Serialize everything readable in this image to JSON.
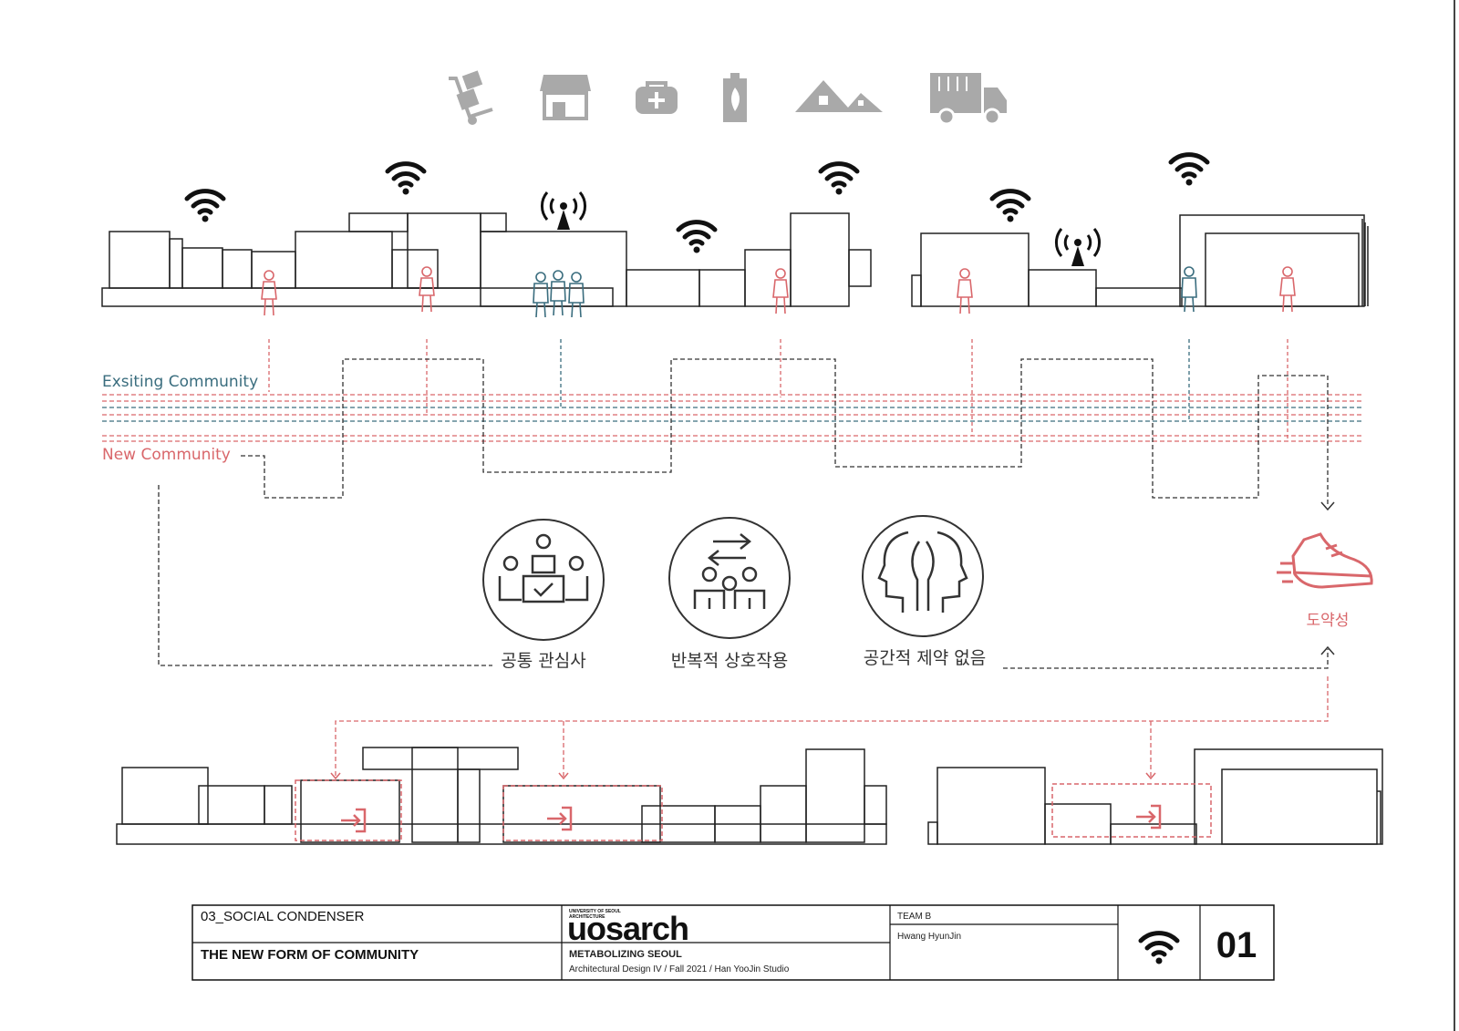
{
  "diagram": {
    "existing_label": "Exsiting Community",
    "new_label": "New Community",
    "concepts": [
      {
        "label": "공통 관심사",
        "icon": "shared-interest-icon"
      },
      {
        "label": "반복적 상호작용",
        "icon": "repeated-interaction-icon"
      },
      {
        "label": "공간적 제약 없음",
        "icon": "no-spatial-limit-icon"
      }
    ],
    "mobility_label": "도약성",
    "service_icons": [
      "hand-truck-icon",
      "storefront-icon",
      "medical-kit-icon",
      "battery-icon",
      "houses-icon",
      "delivery-truck-icon"
    ],
    "colors": {
      "teal": "#3a6d7e",
      "red": "#d9676b",
      "icon_gray": "#a9a9a9",
      "line": "#333333"
    }
  },
  "title_block": {
    "section": "03_SOCIAL CONDENSER",
    "title": "THE NEW FORM OF COMMUNITY",
    "logo_small_1": "UNIVERSITY OF SEOUL",
    "logo_small_2": "ARCHITECTURE",
    "logo": "uosarch",
    "project": "METABOLIZING SEOUL",
    "course": "Architectural Design IV / Fall 2021 / Han YooJin Studio",
    "team": "TEAM B",
    "author": "Hwang HyunJin",
    "sheet_number": "01"
  }
}
